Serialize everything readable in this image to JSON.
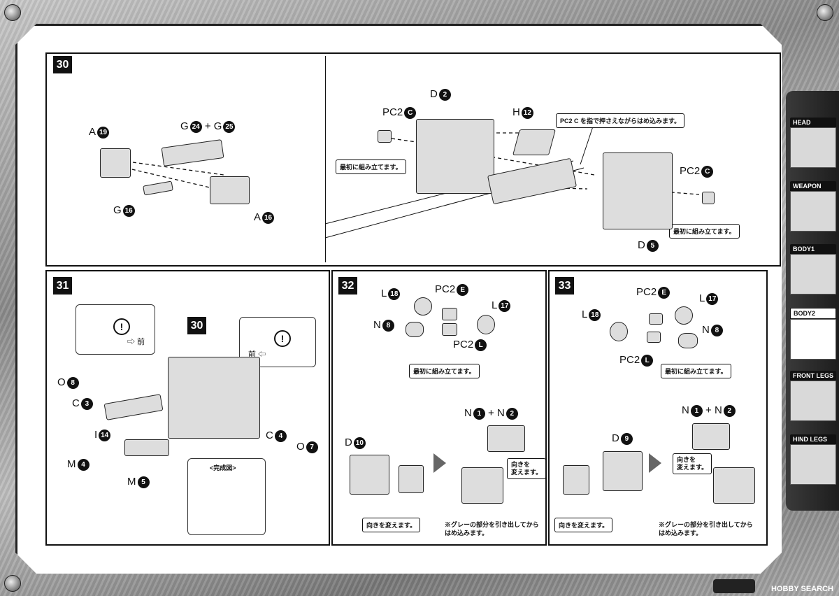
{
  "tabs": [
    "HEAD",
    "WEAPON",
    "BODY1",
    "BODY2",
    "FRONT LEGS",
    "HIND LEGS"
  ],
  "active_tab": "BODY2",
  "watermark": "HOBBY SEARCH",
  "step30": {
    "number": "30",
    "labels": {
      "a19": "A",
      "a19n": "19",
      "g2425a": "G",
      "g24n": "24",
      "plus": "+",
      "g2425b": "G",
      "g25n": "25",
      "g16": "G",
      "g16n": "16",
      "a16": "A",
      "a16n": "16",
      "d2": "D",
      "d2n": "2",
      "h12": "H",
      "h12n": "12",
      "pc2c_left": "PC2",
      "pc2c_left_n": "C",
      "pc2c_right": "PC2",
      "pc2c_right_n": "C",
      "d5": "D",
      "d5n": "5"
    },
    "notes": {
      "first_left": "最初に組み立てます。",
      "press": "PC2 C を指で押さえながらはめ込みます。",
      "first_right": "最初に組み立てます。"
    }
  },
  "step31": {
    "number": "31",
    "ref": "30",
    "labels": {
      "o8": "O",
      "o8n": "8",
      "c3": "C",
      "c3n": "3",
      "i14": "I",
      "i14n": "14",
      "m4": "M",
      "m4n": "4",
      "m5": "M",
      "m5n": "5",
      "c4": "C",
      "c4n": "4",
      "o7": "O",
      "o7n": "7"
    },
    "front_left": "⇨ 前",
    "front_right": "前 ⇦",
    "complete": "<完成図>"
  },
  "step32": {
    "number": "32",
    "labels": {
      "l18": "L",
      "l18n": "18",
      "pc2e": "PC2",
      "pc2en": "E",
      "l17": "L",
      "l17n": "17",
      "n8": "N",
      "n8n": "8",
      "pc2l": "PC2",
      "pc2ln": "L",
      "d10": "D",
      "d10n": "10",
      "n1n2a": "N",
      "n1": "1",
      "plus": "+",
      "n1n2b": "N",
      "n2": "2"
    },
    "first": "最初に組み立てます。",
    "turn": "向きを変えます。",
    "turn2": "向きを\n変えます。",
    "gray": "※グレーの部分を引き出してから\nはめ込みます。"
  },
  "step33": {
    "number": "33",
    "labels": {
      "pc2e": "PC2",
      "pc2en": "E",
      "l17": "L",
      "l17n": "17",
      "l18": "L",
      "l18n": "18",
      "n8": "N",
      "n8n": "8",
      "pc2l": "PC2",
      "pc2ln": "L",
      "d9": "D",
      "d9n": "9",
      "n1n2a": "N",
      "n1": "1",
      "plus": "+",
      "n1n2b": "N",
      "n2": "2"
    },
    "first": "最初に組み立てます。",
    "turn": "向きを変えます。",
    "turn2": "向きを\n変えます。",
    "gray": "※グレーの部分を引き出してから\nはめ込みます。"
  }
}
